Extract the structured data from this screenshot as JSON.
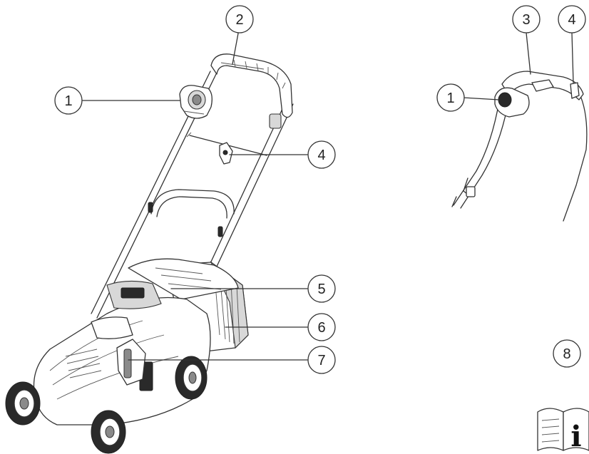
{
  "callouts": {
    "c1a": "1",
    "c2": "2",
    "c4a": "4",
    "c5": "5",
    "c6": "6",
    "c7": "7",
    "c3": "3",
    "c4b": "4",
    "c1b": "1",
    "c8": "8"
  },
  "icons": {
    "manual": "read-manual-icon",
    "manual_letter": "i"
  },
  "colors": {
    "line": "#333333",
    "background": "#ffffff"
  }
}
